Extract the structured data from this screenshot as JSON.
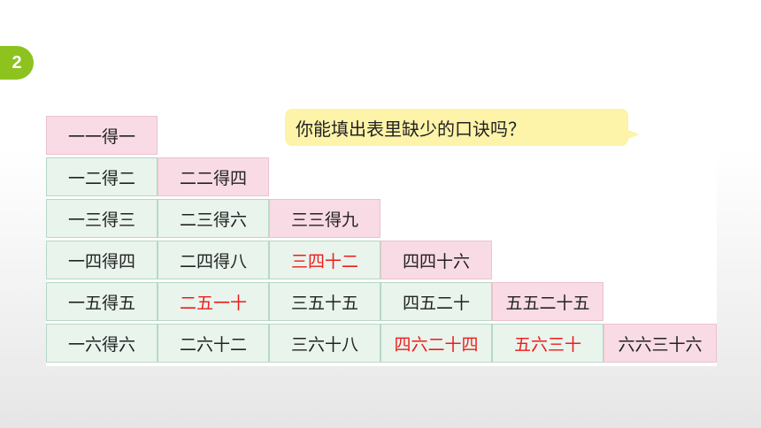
{
  "badge": "2",
  "bubble_text": "你能填出表里缺少的口诀吗？",
  "table": {
    "rows": [
      [
        {
          "text": "一一得一",
          "style": "pink"
        }
      ],
      [
        {
          "text": "一二得二",
          "style": "green"
        },
        {
          "text": "二二得四",
          "style": "pink"
        }
      ],
      [
        {
          "text": "一三得三",
          "style": "green"
        },
        {
          "text": "二三得六",
          "style": "green"
        },
        {
          "text": "三三得九",
          "style": "pink"
        }
      ],
      [
        {
          "text": "一四得四",
          "style": "green"
        },
        {
          "text": "二四得八",
          "style": "green"
        },
        {
          "text": "三四十二",
          "style": "green",
          "filled": true
        },
        {
          "text": "四四十六",
          "style": "pink"
        }
      ],
      [
        {
          "text": "一五得五",
          "style": "green"
        },
        {
          "text": "二五一十",
          "style": "green",
          "filled": true
        },
        {
          "text": "三五十五",
          "style": "green"
        },
        {
          "text": "四五二十",
          "style": "green"
        },
        {
          "text": "五五二十五",
          "style": "pink"
        }
      ],
      [
        {
          "text": "一六得六",
          "style": "green"
        },
        {
          "text": "二六十二",
          "style": "green"
        },
        {
          "text": "三六十八",
          "style": "green"
        },
        {
          "text": "四六二十四",
          "style": "green",
          "filled": true
        },
        {
          "text": "五六三十",
          "style": "green",
          "filled": true
        },
        {
          "text": "六六三十六",
          "style": "pink"
        }
      ]
    ]
  },
  "colors": {
    "badge": "#8dc21f",
    "green_cell": "#e8f4ec",
    "pink_cell": "#f9dbe5",
    "filled_text": "#ee1b1b",
    "bubble": "#fdf3a9"
  }
}
